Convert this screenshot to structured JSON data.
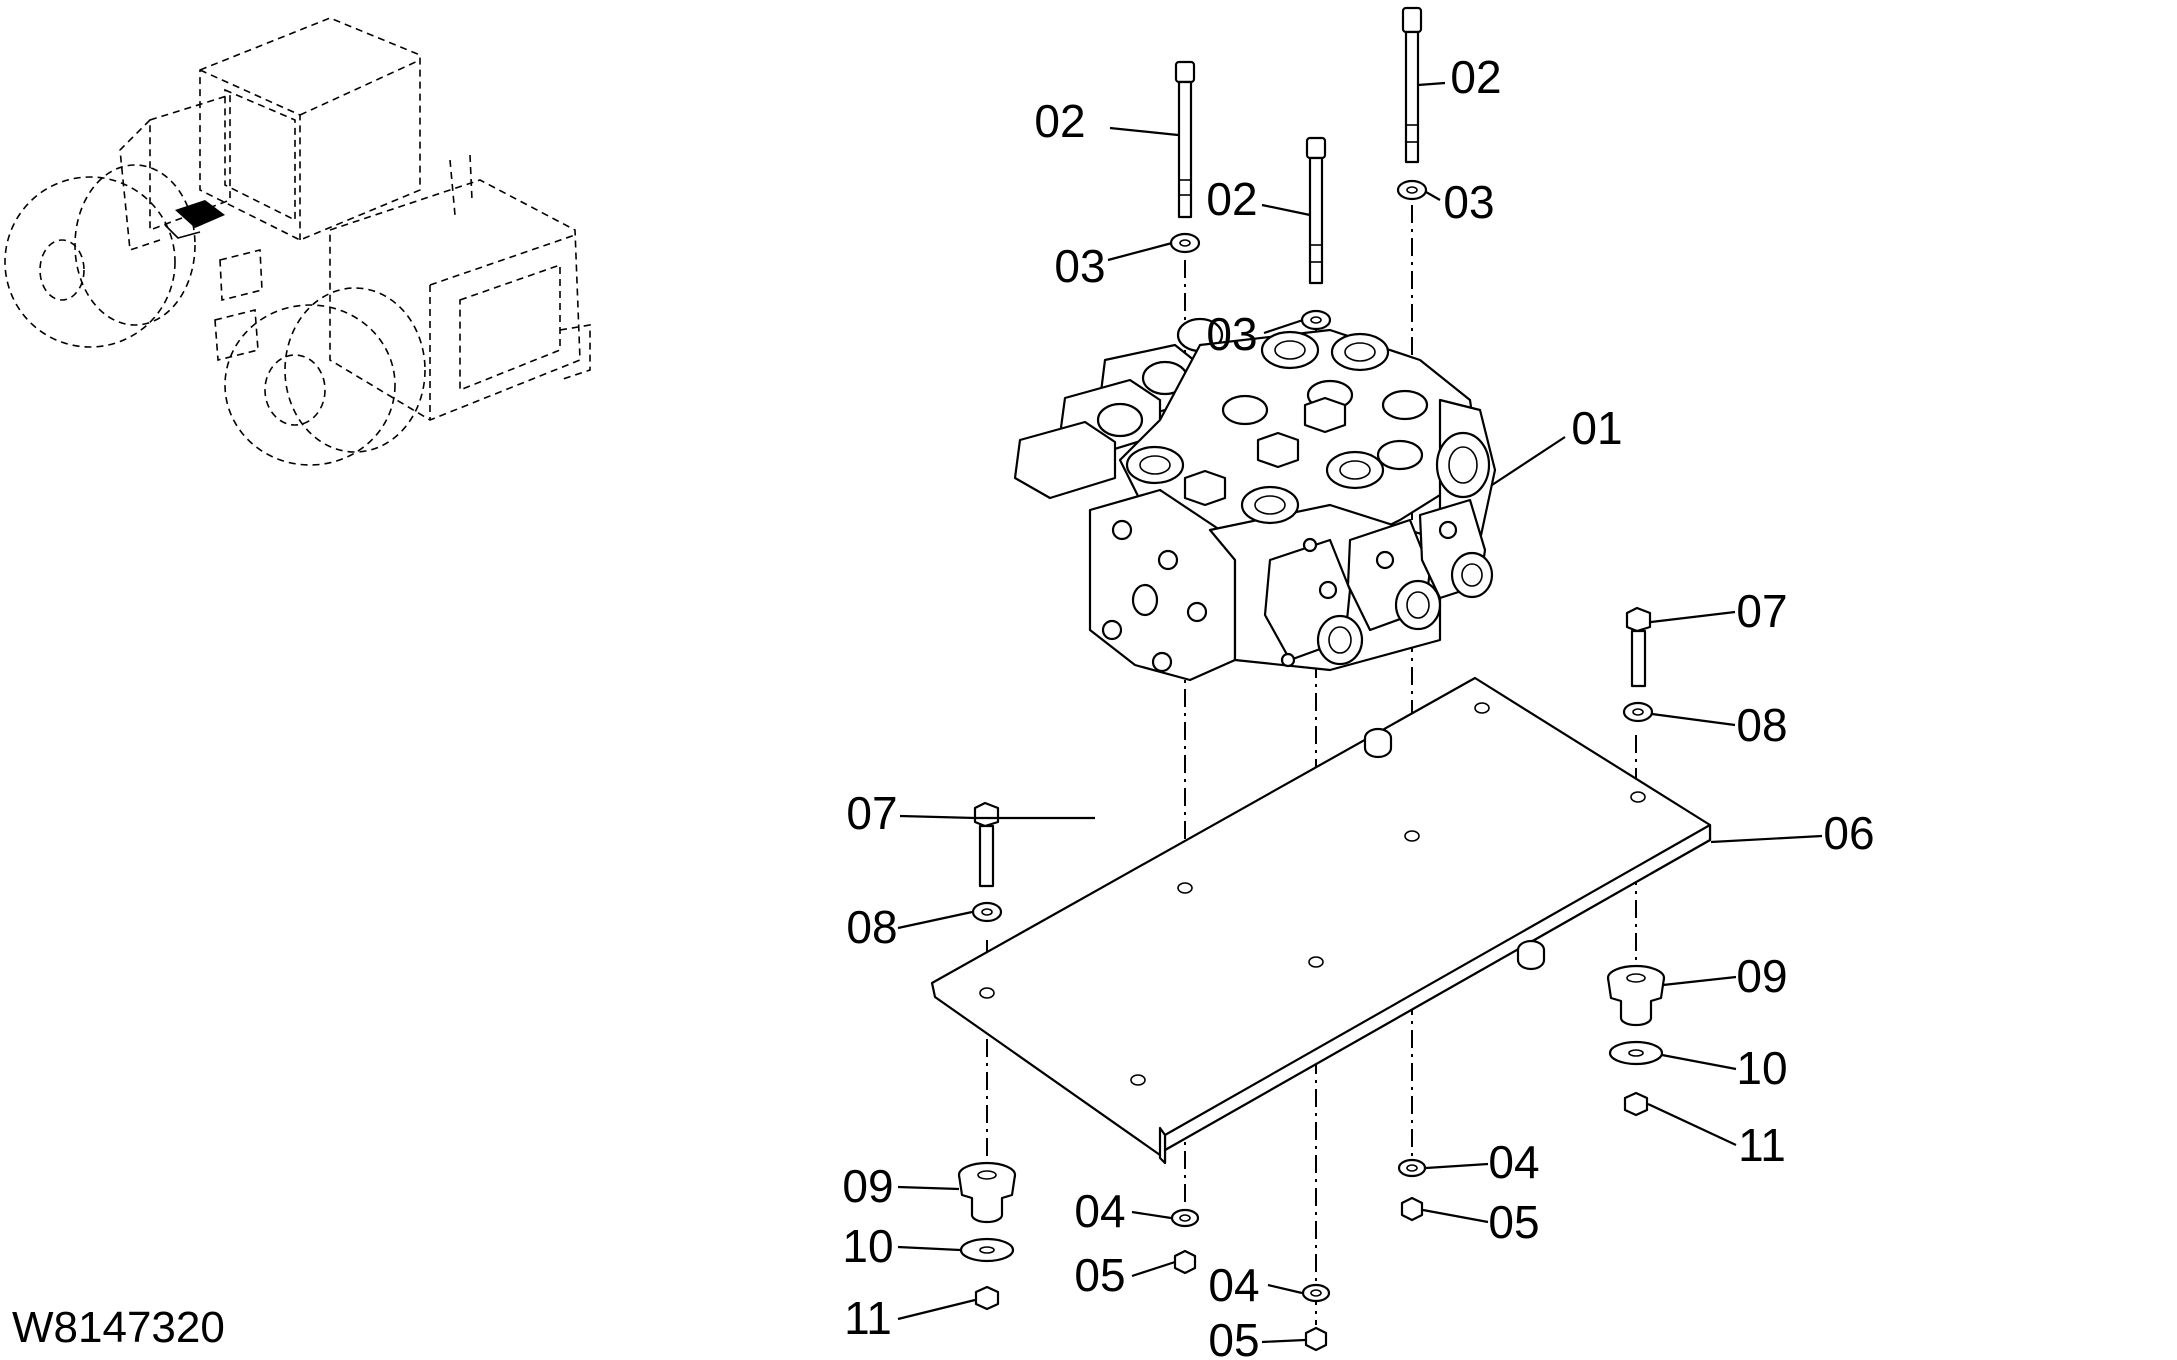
{
  "drawing_number": "W8147320",
  "labels": {
    "p01": "01",
    "p02": "02",
    "p03": "03",
    "p04": "04",
    "p05": "05",
    "p06": "06",
    "p07": "07",
    "p08": "08",
    "p09": "09",
    "p10": "10",
    "p11": "11"
  }
}
